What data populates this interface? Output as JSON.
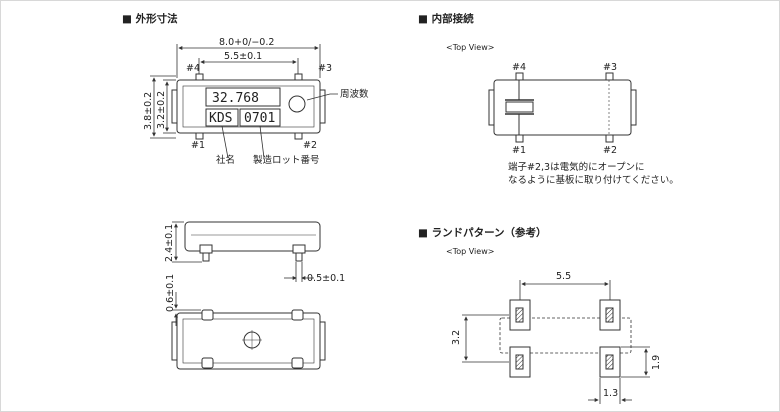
{
  "sections": {
    "outline": "■ 外形寸法",
    "internal": "■ 内部接続",
    "land": "■ ランドパターン（参考）"
  },
  "top_view_label": "<Top View>",
  "outline": {
    "dim_length": "8.0+0/−0.2",
    "dim_pitch": "5.5±0.1",
    "dim_height_outer": "3.8±0.2",
    "dim_height_inner": "3.2±0.2",
    "pins": [
      "#4",
      "#3",
      "#1",
      "#2"
    ],
    "marking_freq": "32.768",
    "marking_company": "KDS",
    "marking_lot": "0701",
    "callout_frequency": "周波数",
    "callout_company": "社名",
    "callout_lot": "製造ロット番号",
    "dim_thickness": "2.4±0.1",
    "dim_pin_width": "0.5±0.1",
    "dim_pin_length": "0.6±0.1"
  },
  "internal": {
    "pins": [
      "#4",
      "#3",
      "#1",
      "#2"
    ],
    "note_line1": "端子#2,3は電気的にオープンに",
    "note_line2": "なるように基板に取り付けてください。"
  },
  "land": {
    "dim_pitch": "5.5",
    "dim_height": "3.2",
    "dim_pad_height": "1.9",
    "dim_pad_width": "1.3"
  }
}
